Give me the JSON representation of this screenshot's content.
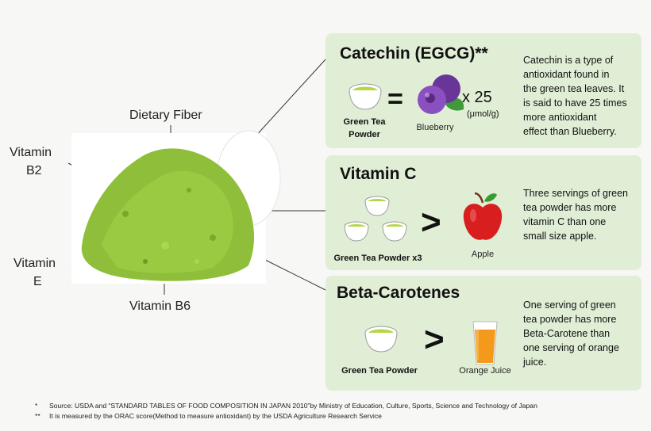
{
  "center": {
    "labels": {
      "dietary_fiber": "Dietary Fiber",
      "vitamin_b2_line1": "Vitamin",
      "vitamin_b2_line2": "B2",
      "vitamin_e_line1": "Vitamin",
      "vitamin_e_line2": "E",
      "vitamin_b6": "Vitamin B6"
    }
  },
  "cards": {
    "catechin": {
      "title": "Catechin (EGCG)**",
      "left_caption_line1": "Green Tea",
      "left_caption_line2": "Powder",
      "equals": "=",
      "right_caption": "Blueberry",
      "multiplier": "x 25",
      "unit": "(μmol/g)",
      "description": [
        "Catechin is a type of",
        "antioxidant found in",
        "the green tea leaves. It",
        "is said to have 25 times",
        "more antioxidant",
        "effect than Blueberry."
      ]
    },
    "vitamin_c": {
      "title": "Vitamin C",
      "left_caption": "Green Tea Powder x3",
      "comparator": ">",
      "right_caption": "Apple",
      "description": [
        "Three servings of green",
        "tea powder has  more",
        "vitamin C than one",
        "small size apple."
      ]
    },
    "beta": {
      "title": "Beta-Carotenes",
      "left_caption": "Green Tea Powder",
      "comparator": ">",
      "right_caption": "Orange Juice",
      "description": [
        "One serving of green",
        "tea powder has more",
        "Beta-Carotene than",
        "one serving of orange",
        "juice."
      ]
    }
  },
  "footnotes": [
    {
      "mark": "*",
      "text": "Source: USDA and “STANDARD TABLES OF FOOD COMPOSITION IN JAPAN 2010”by Ministry of Education, Culture, Sports, Science and Technology of Japan"
    },
    {
      "mark": "**",
      "text": "It is measured by the ORAC score(Method to measure antioxidant) by the USDA Agriculture Research Service"
    }
  ],
  "colors": {
    "card_bg": "#e1eed6",
    "matcha": "#8fbf3a",
    "blueberry": "#7a3fae",
    "apple": "#d81e1e",
    "orange_juice": "#f39a1c"
  }
}
